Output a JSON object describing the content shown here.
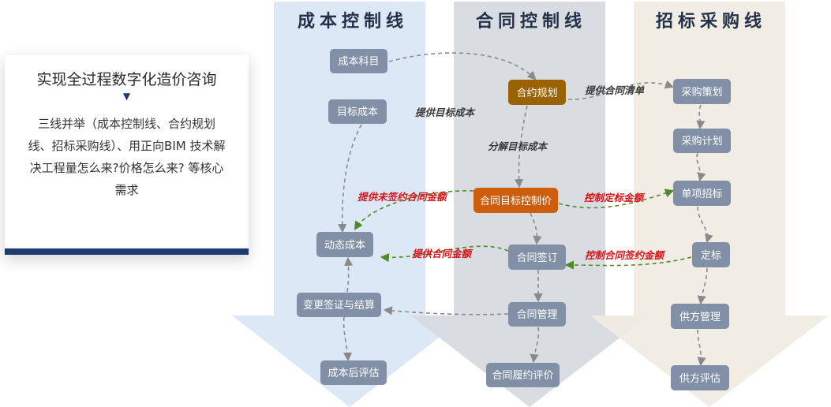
{
  "info_panel": {
    "title": "实现全过程数字化造价咨询",
    "marker": "▼",
    "body": "三线并举（成本控制线、合约规划线、招标采购线）、用正向BIM 技术解决工程量怎么来?价格怎么来? 等核心需求"
  },
  "lanes": [
    {
      "id": "cost",
      "title": "成本控制线",
      "color": "#dce8f6"
    },
    {
      "id": "contract",
      "title": "合同控制线",
      "color": "#d9dde3"
    },
    {
      "id": "tender",
      "title": "招标采购线",
      "color": "#f1ece2"
    }
  ],
  "nodes": [
    {
      "id": "n1",
      "label": "成本科目",
      "style": "gray"
    },
    {
      "id": "n2",
      "label": "目标成本",
      "style": "gray"
    },
    {
      "id": "n3",
      "label": "动态成本",
      "style": "gray"
    },
    {
      "id": "n4",
      "label": "变更签证与结算",
      "style": "gray"
    },
    {
      "id": "n5",
      "label": "成本后评估",
      "style": "gray"
    },
    {
      "id": "n6",
      "label": "合约规划",
      "style": "brown"
    },
    {
      "id": "n7",
      "label": "合同目标控制价",
      "style": "orange"
    },
    {
      "id": "n8",
      "label": "合同签订",
      "style": "gray"
    },
    {
      "id": "n9",
      "label": "合同管理",
      "style": "gray"
    },
    {
      "id": "n10",
      "label": "合同履约评价",
      "style": "gray"
    },
    {
      "id": "n11",
      "label": "采购策划",
      "style": "gray"
    },
    {
      "id": "n12",
      "label": "采购计划",
      "style": "gray"
    },
    {
      "id": "n13",
      "label": "单项招标",
      "style": "gray"
    },
    {
      "id": "n14",
      "label": "定标",
      "style": "gray"
    },
    {
      "id": "n15",
      "label": "供方管理",
      "style": "gray"
    },
    {
      "id": "n16",
      "label": "供方评估",
      "style": "gray"
    }
  ],
  "edge_labels": [
    {
      "id": "l1",
      "text": "提供目标成本",
      "style": "dark"
    },
    {
      "id": "l2",
      "text": "提供合同清单",
      "style": "dark"
    },
    {
      "id": "l3",
      "text": "分解目标成本",
      "style": "dark"
    },
    {
      "id": "l4",
      "text": "提供未签约合同金额",
      "style": "red"
    },
    {
      "id": "l5",
      "text": "控制定标金额",
      "style": "red"
    },
    {
      "id": "l6",
      "text": "提供合同金额",
      "style": "red"
    },
    {
      "id": "l7",
      "text": "控制合同签约金额",
      "style": "red"
    }
  ],
  "colors": {
    "node_gray": "#8190a6",
    "node_brown": "#9a6200",
    "node_orange": "#cf5e0c",
    "arrow_gray": "#8a8a8a",
    "arrow_green": "#4f8a2a",
    "accent": "#1d3b6e"
  }
}
